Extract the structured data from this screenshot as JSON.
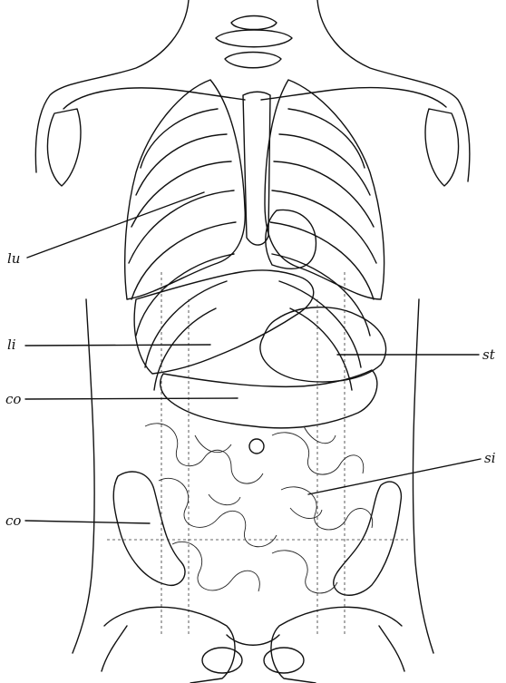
{
  "labels": {
    "lu": "lu",
    "li": "li",
    "st": "st",
    "co_upper": "co",
    "si": "si",
    "co_lower": "co"
  },
  "colors": {
    "ink": "#111111",
    "lung_stipple": "#9a9a9a",
    "liver": "#2b2b2b",
    "stomach": "#d4d4d4",
    "colon_transverse": "#2f2f2f",
    "colon_lateral": "#8f8f8f",
    "background": "#ffffff"
  }
}
